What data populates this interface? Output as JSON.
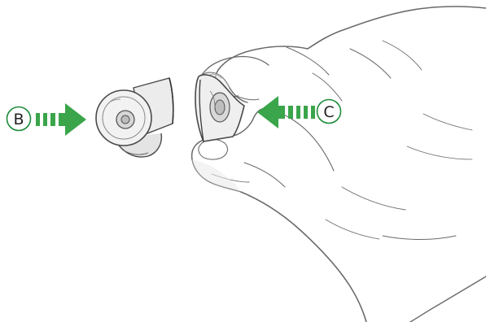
{
  "callouts": {
    "b": {
      "letter": "B",
      "direction": "right"
    },
    "c": {
      "letter": "C",
      "direction": "left"
    }
  },
  "colors": {
    "arrow": "#3aa54a",
    "callout_ring": "#1e8c3c",
    "sketch": "#5a5a5a"
  },
  "icons": {
    "left_part": "hinge-cam-housing",
    "right_part": "hinge-cam-insert",
    "hand": "hand-pinching"
  }
}
